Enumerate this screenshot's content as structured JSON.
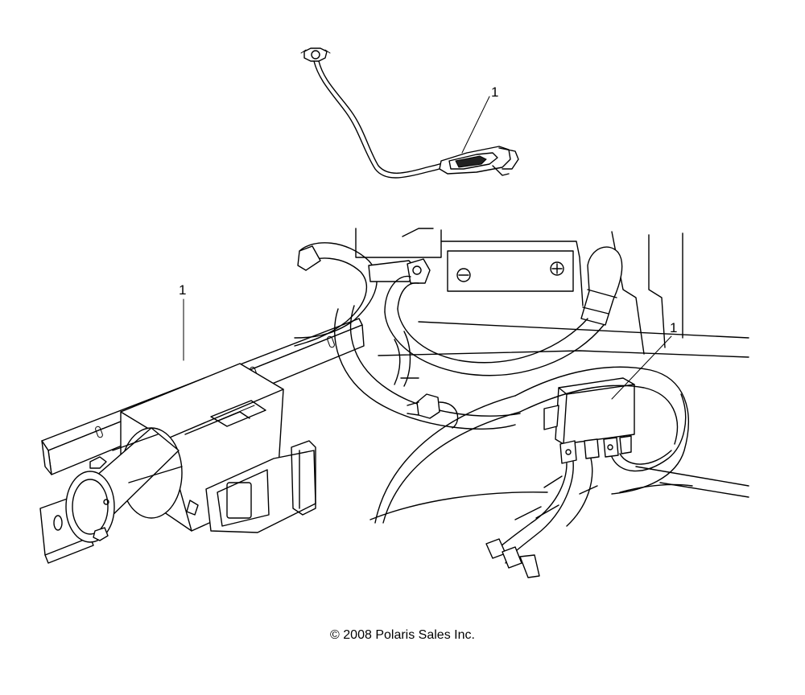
{
  "callouts": [
    {
      "id": "harness-switch",
      "label": "1"
    },
    {
      "id": "winch-assembly",
      "label": "1"
    },
    {
      "id": "contactor-relay",
      "label": "1"
    }
  ],
  "copyright": "© 2008 Polaris Sales Inc."
}
